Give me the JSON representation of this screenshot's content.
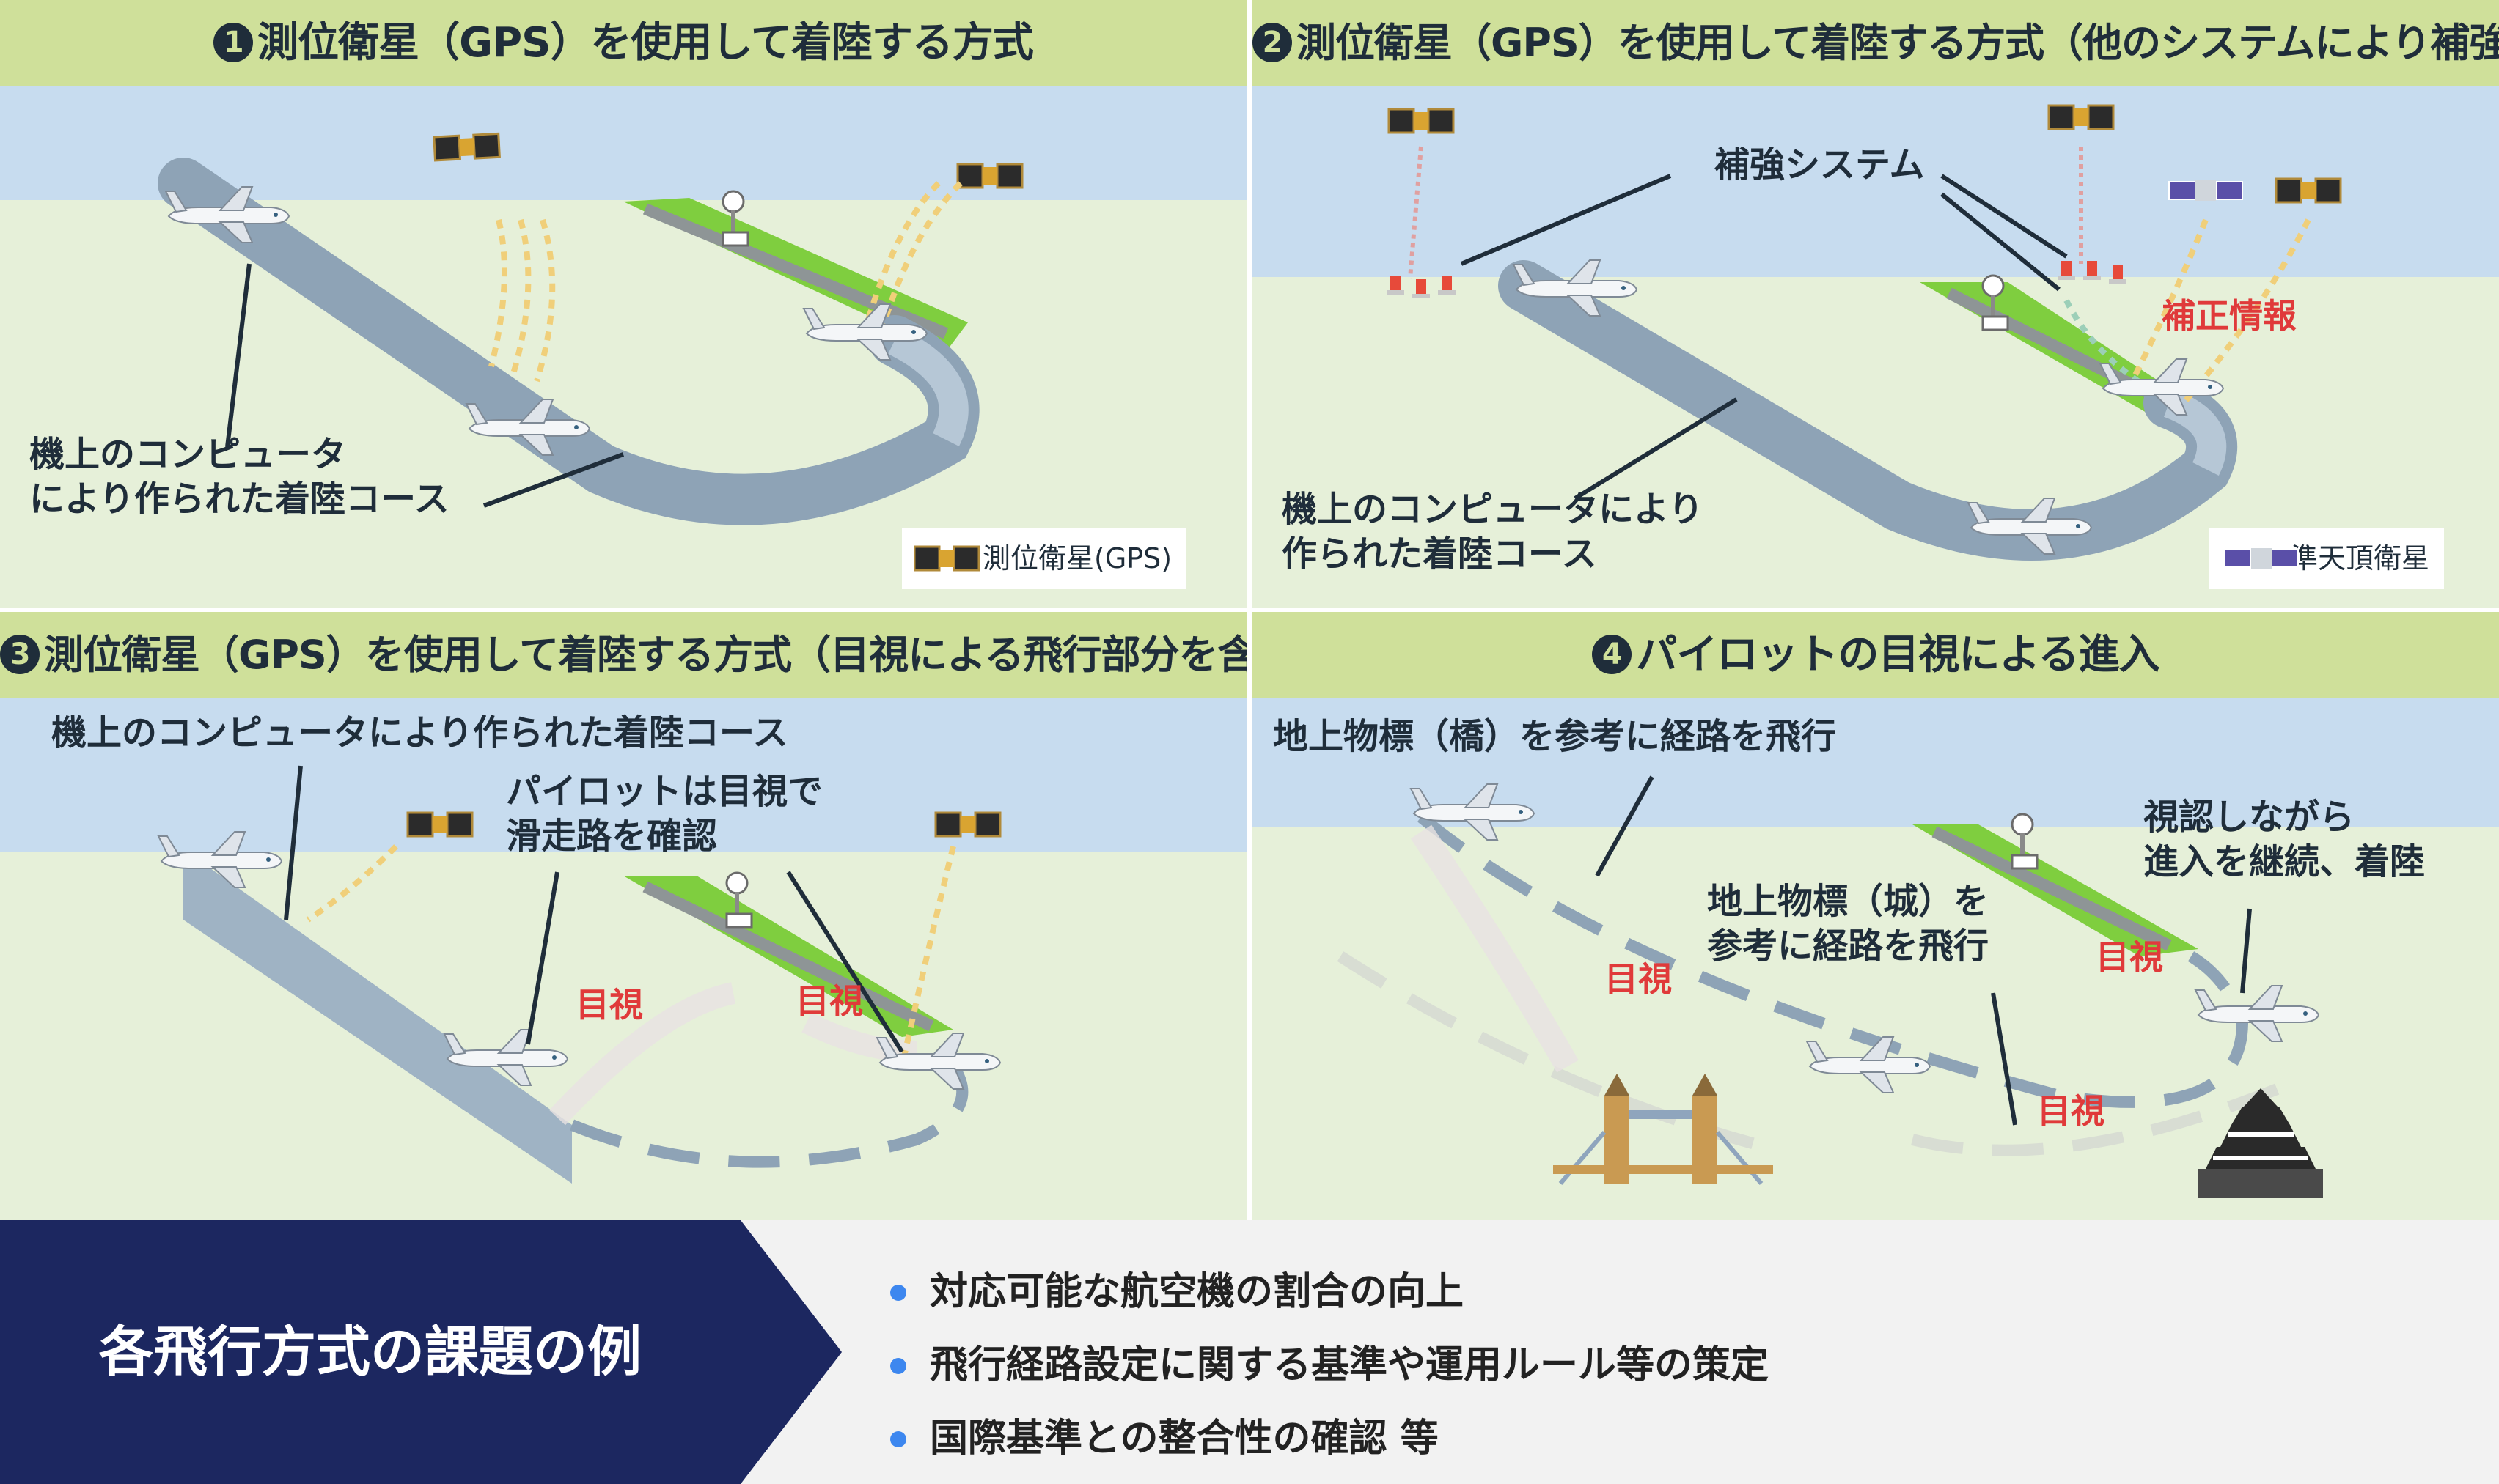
{
  "panels": [
    {
      "number": "1",
      "title": "測位衛星（GPS）を使用して着陸する方式",
      "label_course": [
        "機上のコンピュータ",
        "により作られた着陸コース"
      ],
      "legend": "測位衛星(GPS)"
    },
    {
      "number": "2",
      "title": "測位衛星（GPS）を使用して着陸する方式（他のシステムにより補強）",
      "label_augment": "補強システム",
      "label_correction": "補正情報",
      "label_course": [
        "機上のコンピュータにより",
        "作られた着陸コース"
      ],
      "legend": "準天頂衛星"
    },
    {
      "number": "3",
      "title": "測位衛星（GPS）を使用して着陸する方式（目視による飛行部分を含む）",
      "label_course": "機上のコンピュータにより作られた着陸コース",
      "label_pilot": [
        "パイロットは目視で",
        "滑走路を確認"
      ],
      "visual_1": "目視",
      "visual_2": "目視"
    },
    {
      "number": "4",
      "title": "パイロットの目視による進入",
      "label_bridge": "地上物標（橋）を参考に経路を飛行",
      "label_castle": [
        "地上物標（城）を",
        "参考に経路を飛行"
      ],
      "label_continue": [
        "視認しながら",
        "進入を継続、着陸"
      ],
      "visual_1": "目視",
      "visual_2": "目視",
      "visual_3": "目視"
    }
  ],
  "banner": {
    "title": "各飛行方式の課題の例",
    "bullets": [
      "対応可能な航空機の割合の向上",
      "飛行経路設定に関する基準や運用ルール等の策定",
      "国際基準との整合性の確認 等"
    ]
  },
  "colors": {
    "title_bar": "#cfe09a",
    "sky": "#c7dcef",
    "ground": "#e6f0d9",
    "runway_grass": "#7fce3f",
    "course": "#9fb3c4",
    "visual_text": "#e03a3a",
    "banner_dark": "#1c2760",
    "bullet_dot": "#3d87ef"
  }
}
